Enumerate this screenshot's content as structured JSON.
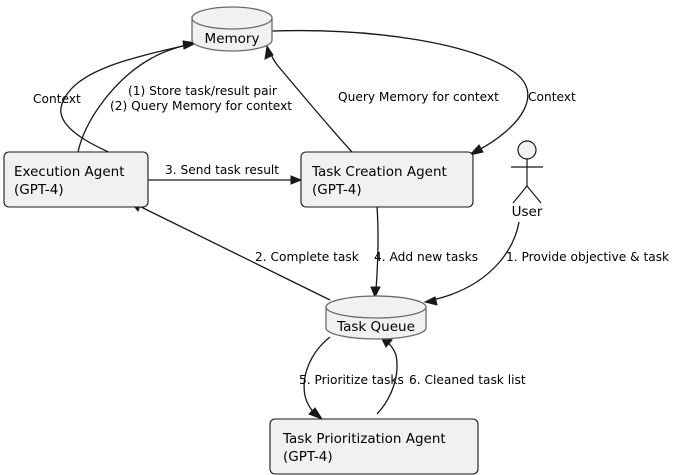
{
  "diagram": {
    "type": "flow-diagram",
    "title": "",
    "nodes": [
      {
        "id": "memory",
        "kind": "database",
        "label": "Memory"
      },
      {
        "id": "execution",
        "kind": "box",
        "label_line1": "Execution Agent",
        "label_line2": "(GPT-4)"
      },
      {
        "id": "creation",
        "kind": "box",
        "label_line1": "Task Creation Agent",
        "label_line2": "(GPT-4)"
      },
      {
        "id": "queue",
        "kind": "database",
        "label": "Task Queue"
      },
      {
        "id": "prioritizer",
        "kind": "box",
        "label_line1": "Task Prioritization Agent",
        "label_line2": "(GPT-4)"
      },
      {
        "id": "user",
        "kind": "actor",
        "label": "User"
      }
    ],
    "edges": [
      {
        "id": "memory-to-execution",
        "from": "memory",
        "to": "execution",
        "label": "Context"
      },
      {
        "id": "execution-to-memory",
        "from": "execution",
        "to": "memory",
        "label_line1": "(1) Store task/result pair",
        "label_line2": "(2) Query Memory for context"
      },
      {
        "id": "creation-to-memory",
        "from": "creation",
        "to": "memory",
        "label": "Query Memory for context"
      },
      {
        "id": "memory-to-creation",
        "from": "memory",
        "to": "creation",
        "label": "Context"
      },
      {
        "id": "execution-to-creation",
        "from": "execution",
        "to": "creation",
        "label": "3. Send task result"
      },
      {
        "id": "queue-to-execution",
        "from": "queue",
        "to": "execution",
        "label": "2. Complete task"
      },
      {
        "id": "creation-to-queue",
        "from": "creation",
        "to": "queue",
        "label": "4. Add new tasks"
      },
      {
        "id": "user-to-queue",
        "from": "user",
        "to": "queue",
        "label": "1. Provide objective & task"
      },
      {
        "id": "queue-to-prioritizer",
        "from": "queue",
        "to": "prioritizer",
        "label": "5. Prioritize tasks"
      },
      {
        "id": "prioritizer-to-queue",
        "from": "prioritizer",
        "to": "queue",
        "label": "6. Cleaned task list"
      }
    ],
    "colors": {
      "background": "#FFFFFF",
      "node_fill": "#F1F1F1",
      "node_stroke": "#181818",
      "database_stroke": "#6A6A6A",
      "edge_stroke": "#181818",
      "text": "#000000"
    }
  }
}
